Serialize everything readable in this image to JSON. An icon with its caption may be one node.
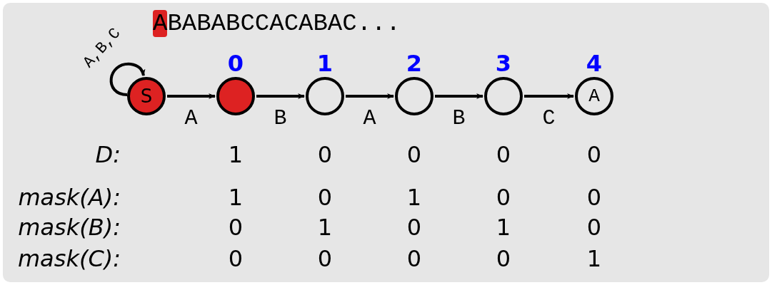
{
  "diagram": {
    "nodes": [
      {
        "text": [
          "S"
        ]
      },
      {
        "text": [],
        "shape": "circle",
        "beside": [
          "0"
        ]
      },
      {
        "text": [],
        "shape": "circle",
        "beside": [
          "1"
        ]
      },
      {
        "text": [],
        "shape": "circle",
        "beside": [
          "2"
        ]
      },
      {
        "text": [],
        "shape": "circle",
        "beside": [
          "3"
        ]
      },
      {
        "text": [
          "A"
        ],
        "beside": [
          "4"
        ]
      }
    ],
    "edges": [
      {
        "from": 0,
        "to": 0,
        "arrow": "to",
        "label": "A,B,C"
      },
      {
        "from": 0,
        "to": 1,
        "arrow": "to",
        "label": "A"
      },
      {
        "from": 1,
        "to": 2,
        "arrow": "to",
        "label": "B"
      },
      {
        "from": 2,
        "to": 3,
        "arrow": "to",
        "label": "A"
      },
      {
        "from": 3,
        "to": 4,
        "arrow": "to",
        "label": "B"
      },
      {
        "from": 4,
        "to": 5,
        "arrow": "to",
        "label": "C"
      }
    ],
    "labels": [
      "ABABABCCACABAC...",
      "D:",
      "1",
      "0",
      "0",
      "0",
      "0",
      "mask(A):",
      "1",
      "0",
      "1",
      "0",
      "0",
      "mask(B):",
      "0",
      "1",
      "0",
      "1",
      "0",
      "mask(C):",
      "0",
      "0",
      "0",
      "0",
      "1"
    ]
  }
}
